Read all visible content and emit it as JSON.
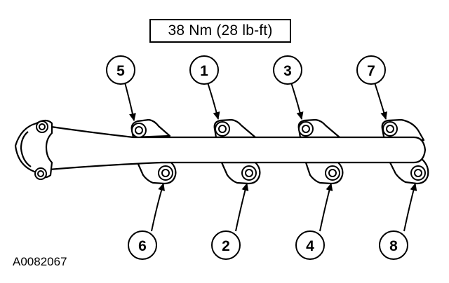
{
  "torque_spec": "38 Nm (28 lb-ft)",
  "figure_id": "A0082067",
  "callouts": [
    {
      "label": "5",
      "name": "callout-5"
    },
    {
      "label": "1",
      "name": "callout-1"
    },
    {
      "label": "3",
      "name": "callout-3"
    },
    {
      "label": "7",
      "name": "callout-7"
    },
    {
      "label": "6",
      "name": "callout-6"
    },
    {
      "label": "2",
      "name": "callout-2"
    },
    {
      "label": "4",
      "name": "callout-4"
    },
    {
      "label": "8",
      "name": "callout-8"
    }
  ],
  "colors": {
    "ink": "#000000",
    "paper": "#ffffff"
  }
}
